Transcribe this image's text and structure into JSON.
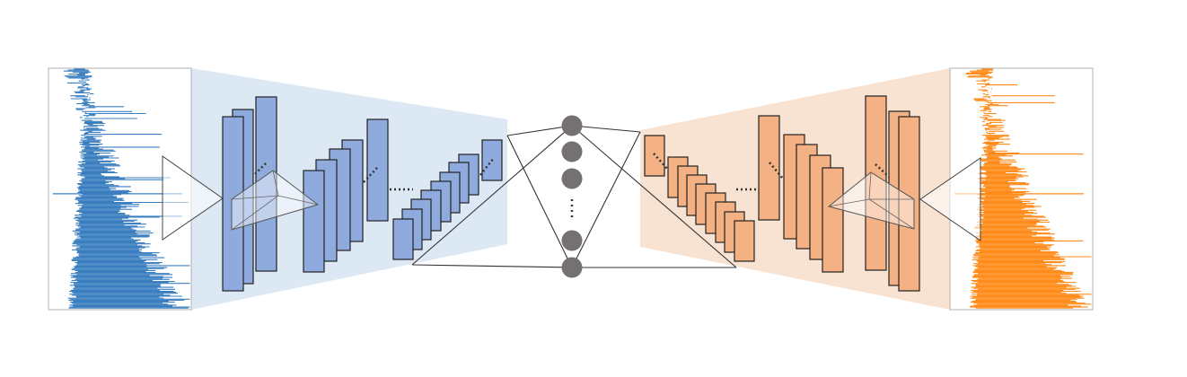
{
  "diagram": {
    "type": "convolutional-autoencoder",
    "colors": {
      "background": "#ffffff",
      "input_signal": "#3a7ebf",
      "output_signal": "#ff8c1a",
      "encoder_shade": "#dde8f5",
      "decoder_shade": "#f8e3d3",
      "encoder_block": "#8faadc",
      "decoder_block": "#f4b183",
      "block_stroke": "#222222",
      "latent_node": "#767171",
      "line": "#333333"
    },
    "encoder": {
      "groups": [
        {
          "blocks": 4,
          "dots": "diagonal"
        },
        {
          "blocks": 6,
          "dots": "diagonal"
        },
        {
          "blocks": 10,
          "dots": "diagonal"
        }
      ]
    },
    "latent": {
      "visible_nodes": 5,
      "ellipsis": "vertical"
    },
    "decoder": {
      "groups": [
        {
          "blocks": 10,
          "dots": "diagonal"
        },
        {
          "blocks": 6,
          "dots": "diagonal"
        },
        {
          "blocks": 4,
          "dots": "diagonal"
        }
      ]
    },
    "icons": [
      "input-signal-plot-icon",
      "output-signal-plot-icon"
    ]
  }
}
